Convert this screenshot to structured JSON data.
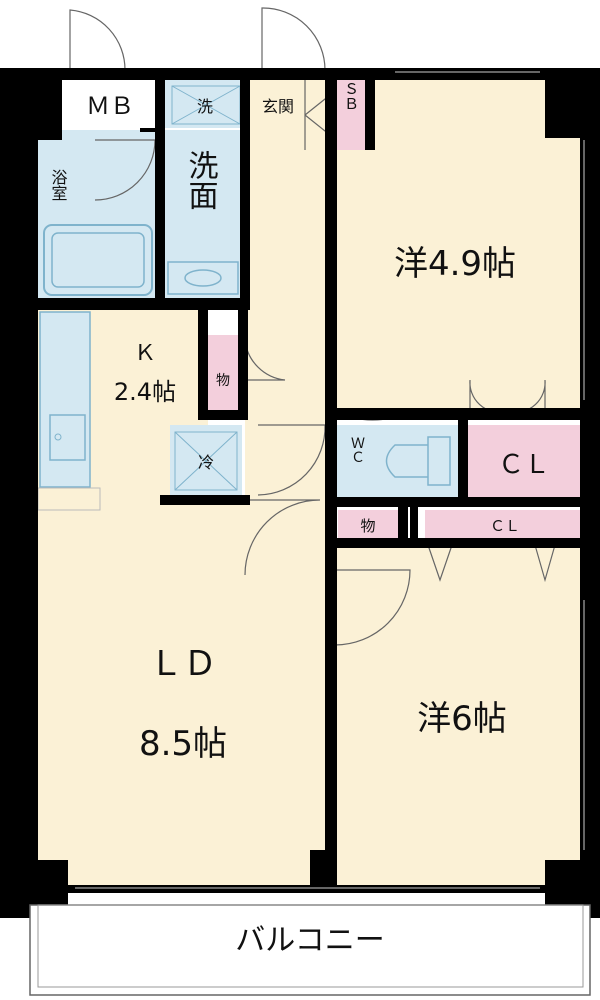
{
  "colors": {
    "floor": "#fbf1d6",
    "wet": "#d4e8f2",
    "storage": "#f3cfdc",
    "wall": "#000000",
    "fixture": "#7fb3cc"
  },
  "labels": {
    "mb": "ＭＢ",
    "wash_top": "洗",
    "entrance": "玄関",
    "sb": "ＳＢ",
    "bath": "浴室",
    "washroom": "洗面",
    "western1": "洋4.9帖",
    "kitchen": "Ｋ",
    "kitchen_size": "2.4帖",
    "storage1": "物",
    "fridge": "冷",
    "wc": "ＷＣ",
    "cl1": "ＣＬ",
    "storage2": "物",
    "cl2": "ＣＬ",
    "ld": "ＬＤ",
    "ld_size": "8.5帖",
    "western2": "洋6帖",
    "balcony": "バルコニー"
  }
}
